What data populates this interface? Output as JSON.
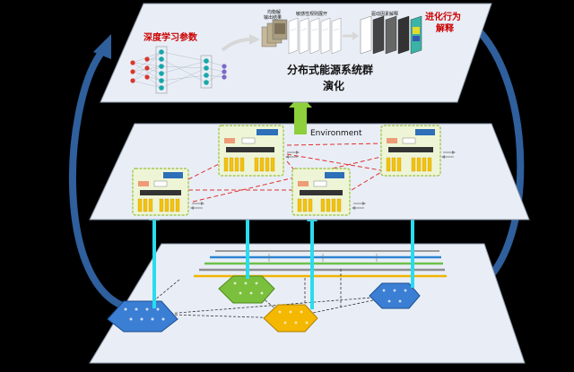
{
  "top_layer": {
    "deep_learning_params": "深度学习参数",
    "equilibrium_output": "均衡解\n输出结果",
    "sensitivity_rule_expand": "敏感性规则展开",
    "driver_factor_explain": "驱动因素解释",
    "evolution_behavior_explain": "进化行为\n解释",
    "system_title": "分布式能源系统群\n演化"
  },
  "middle_layer": {
    "environment_label": "Environment"
  },
  "colors": {
    "plane": "#e9eef6",
    "plane_edge": "#8d98a8",
    "red_text": "#cc0000",
    "cyan_arrow": "#29dcef",
    "green_arrow": "#8ecf3c",
    "curve_arrow": "#2f5f9c",
    "module_fill": "#eef5d6",
    "module_border": "#99c03a",
    "hex_blue": "#3b7fd4",
    "hex_green": "#7bc03c",
    "hex_yellow": "#f5b800"
  }
}
